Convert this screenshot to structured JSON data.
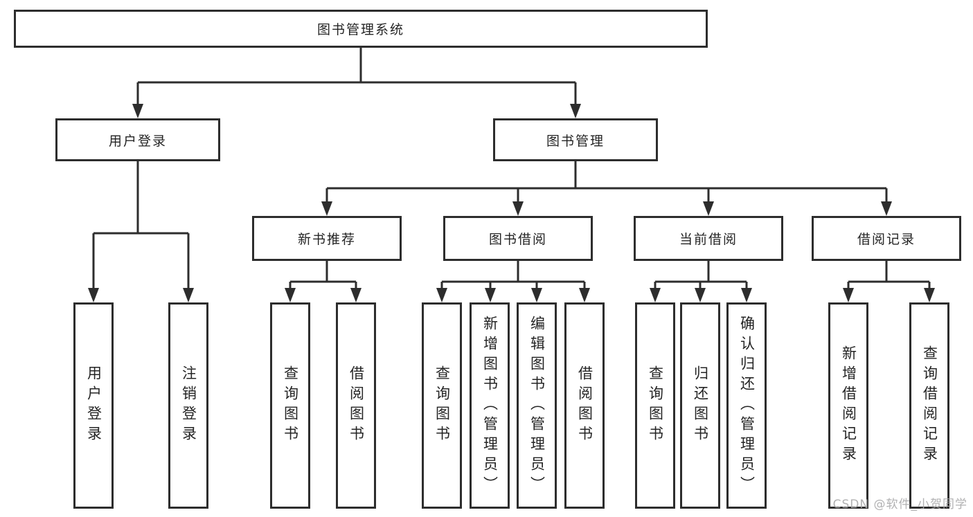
{
  "diagram": {
    "title": "图书管理系统",
    "branches": [
      {
        "label": "用户登录",
        "children": [
          "用户登录",
          "注销登录"
        ]
      },
      {
        "label": "图书管理",
        "groups": [
          {
            "label": "新书推荐",
            "children": [
              "查询图书",
              "借阅图书"
            ]
          },
          {
            "label": "图书借阅",
            "children": [
              "查询图书",
              "新增图书（管理员）",
              "编辑图书（管理员）",
              "借阅图书"
            ]
          },
          {
            "label": "当前借阅",
            "children": [
              "查询图书",
              "归还图书",
              "确认归还（管理员）"
            ]
          },
          {
            "label": "借阅记录",
            "children": [
              "新增借阅记录",
              "查询借阅记录"
            ]
          }
        ]
      }
    ]
  },
  "watermark": "CSDN @软件_小贺同学",
  "colors": {
    "line": "#2d2d2d",
    "box_border": "#2d2d2d",
    "box_background": "#ffffff",
    "text": "#242424",
    "watermark": "#a8a8aa"
  }
}
